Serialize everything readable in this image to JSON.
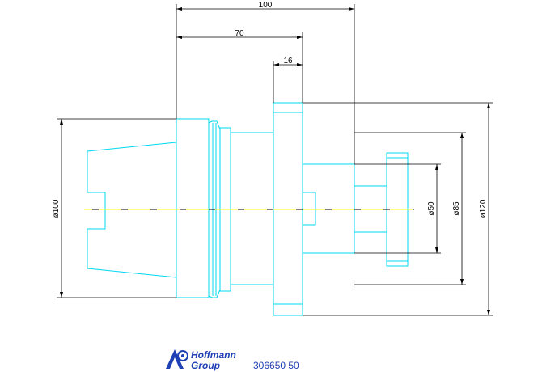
{
  "dimensions": {
    "overall_length": "100",
    "shank_length": "70",
    "flange_width": "16",
    "shank_diameter": "ø100",
    "collet_diameter": "ø50",
    "body_diameter": "ø85",
    "flange_diameter": "ø120"
  },
  "brand": {
    "line1": "Hoffmann",
    "line2": "Group",
    "color": "#1f3fb4"
  },
  "part_number": "306650 50",
  "colors": {
    "outline": "#00d8f0",
    "dimension": "#000000",
    "centerline": "#ffff00",
    "centerline_dash": "#000000"
  }
}
